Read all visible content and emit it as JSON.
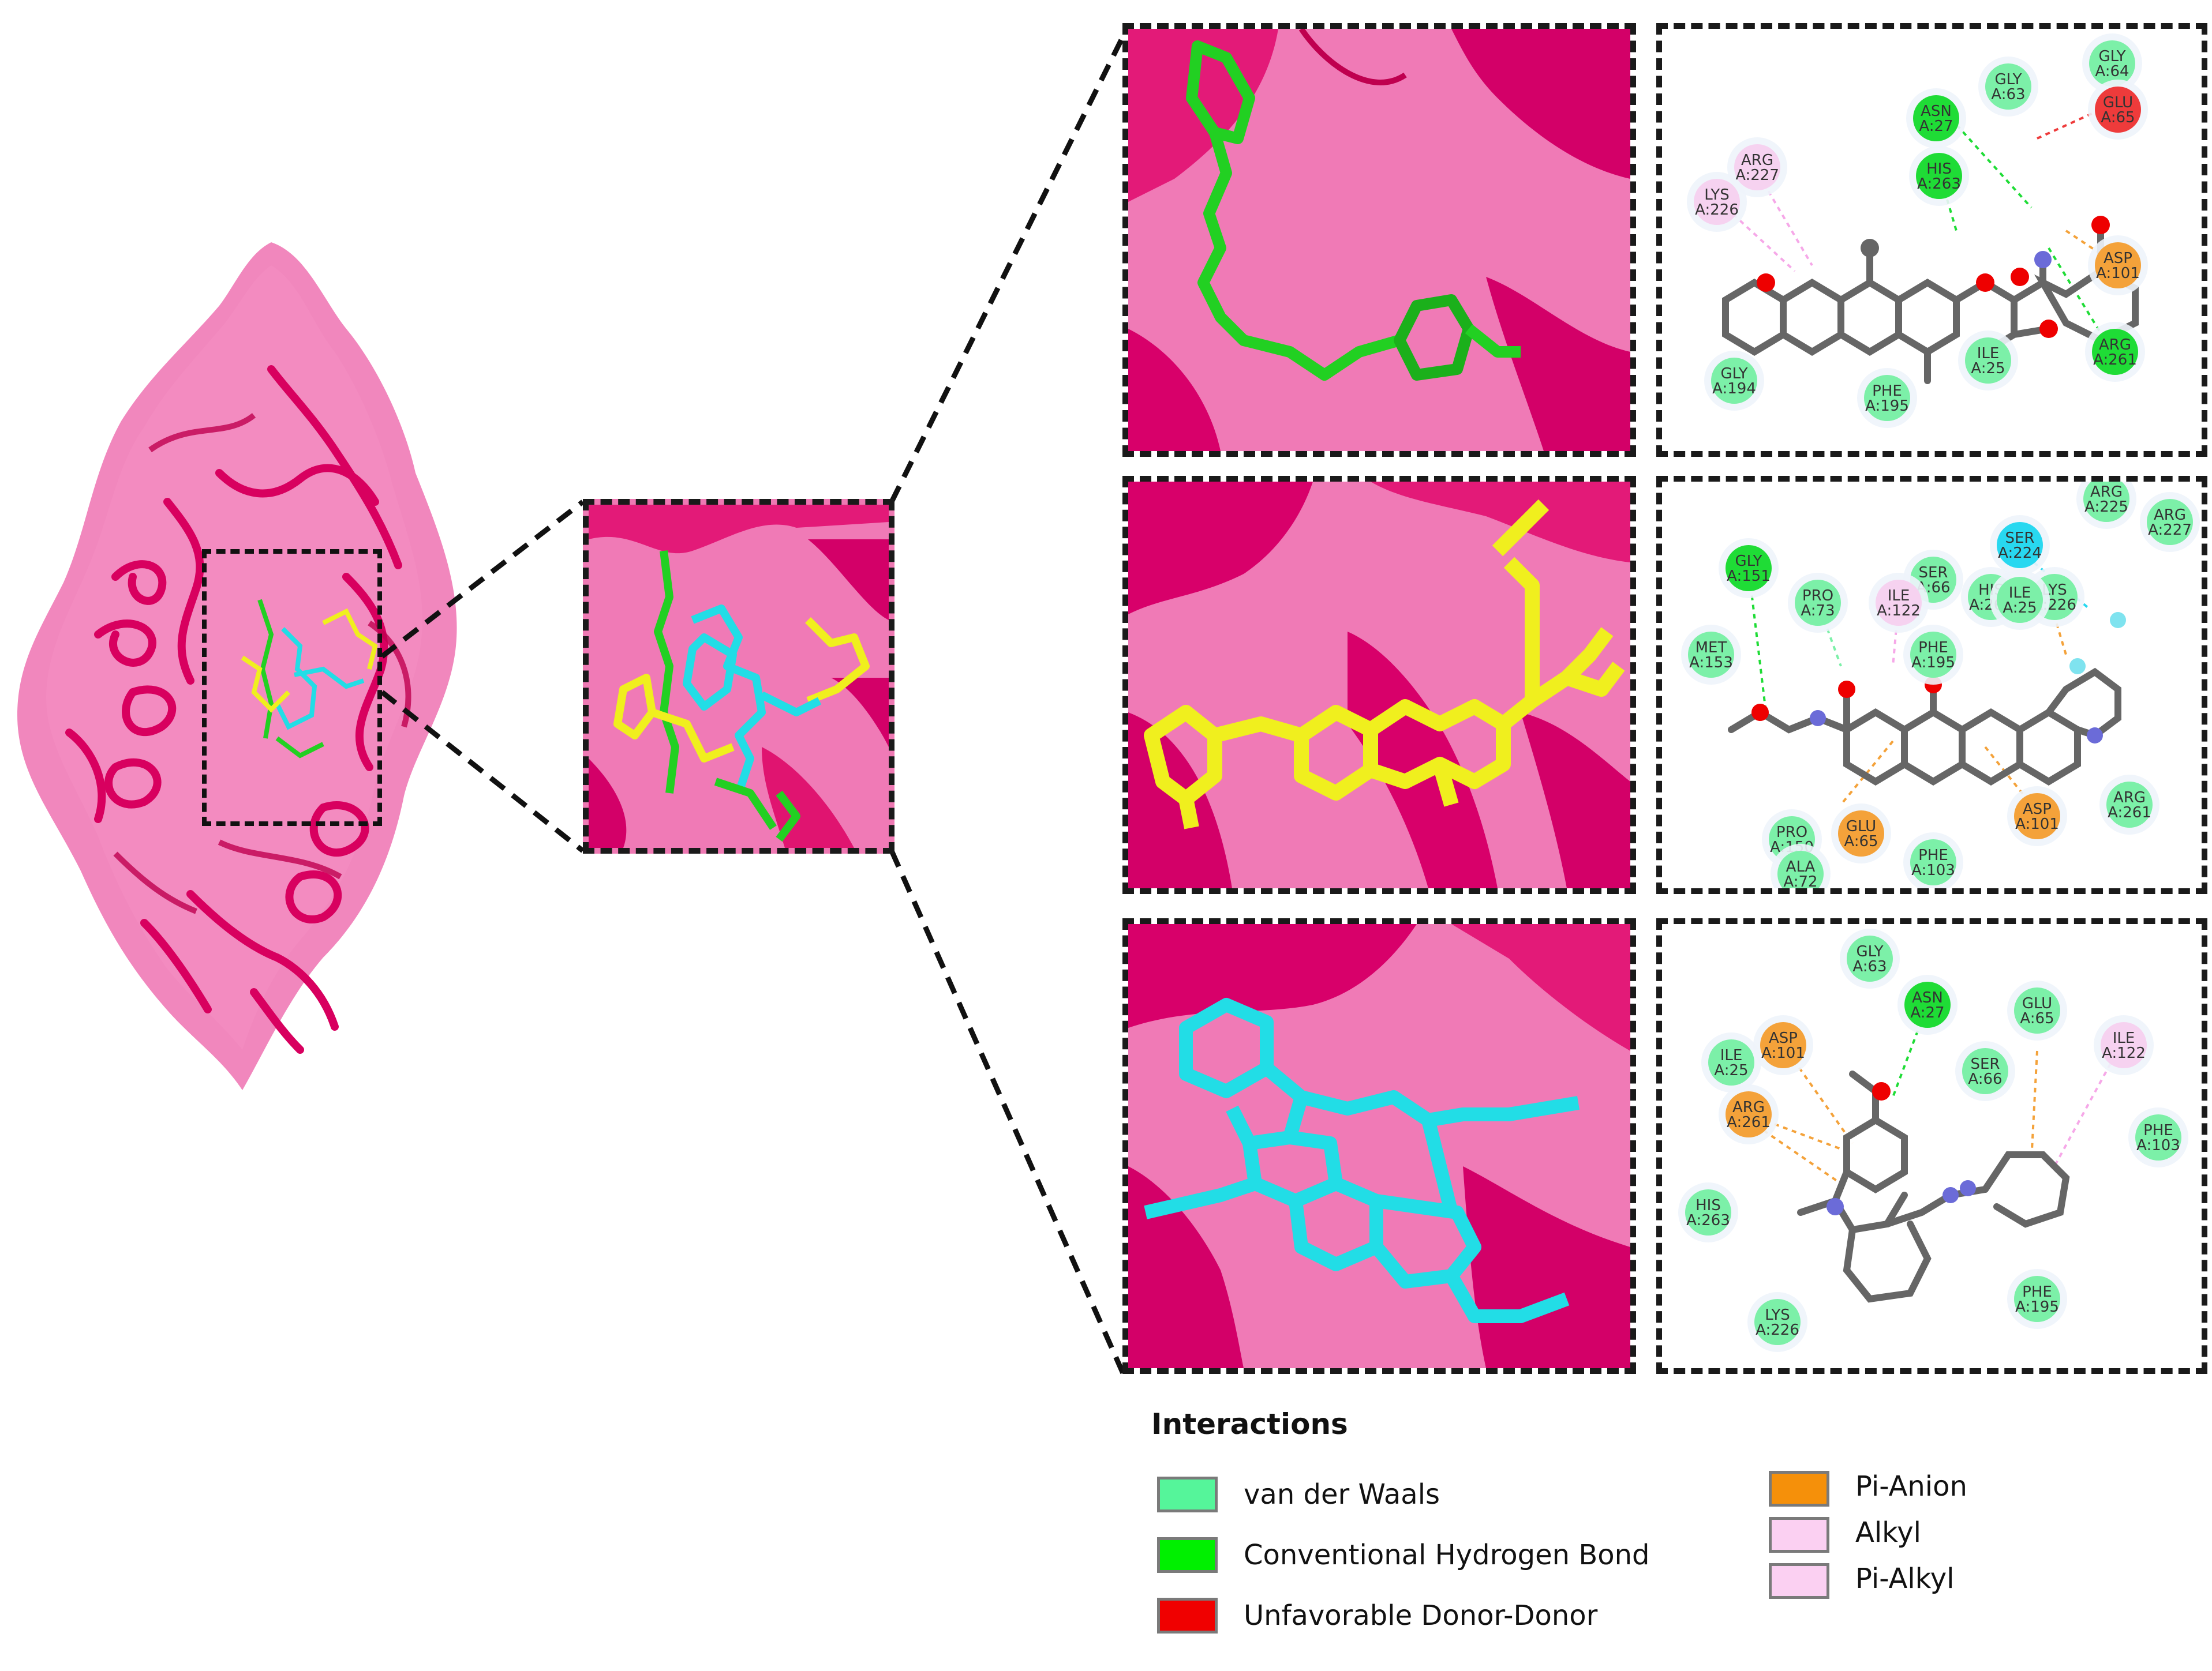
{
  "panels": [
    {
      "residues": [
        {
          "name": "GLY",
          "id": "A:64",
          "type": "vdw"
        },
        {
          "name": "GLY",
          "id": "A:63",
          "type": "vdw"
        },
        {
          "name": "ASN",
          "id": "A:27",
          "type": "hbond"
        },
        {
          "name": "GLU",
          "id": "A:65",
          "type": "unfavorable"
        },
        {
          "name": "ARG",
          "id": "A:227",
          "type": "alkyl"
        },
        {
          "name": "HIS",
          "id": "A:263",
          "type": "hbond"
        },
        {
          "name": "LYS",
          "id": "A:226",
          "type": "alkyl"
        },
        {
          "name": "ASP",
          "id": "A:101",
          "type": "pianion"
        },
        {
          "name": "ARG",
          "id": "A:261",
          "type": "hbond"
        },
        {
          "name": "ILE",
          "id": "A:25",
          "type": "vdw"
        },
        {
          "name": "GLY",
          "id": "A:194",
          "type": "vdw"
        },
        {
          "name": "PHE",
          "id": "A:195",
          "type": "vdw"
        }
      ]
    },
    {
      "residues": [
        {
          "name": "ARG",
          "id": "A:225",
          "type": "vdw"
        },
        {
          "name": "ARG",
          "id": "A:227",
          "type": "vdw"
        },
        {
          "name": "SER",
          "id": "A:224",
          "type": "halogen"
        },
        {
          "name": "SER",
          "id": "A:66",
          "type": "vdw"
        },
        {
          "name": "LYS",
          "id": "A:226",
          "type": "vdw"
        },
        {
          "name": "HIS",
          "id": "A:263",
          "type": "vdw"
        },
        {
          "name": "ILE",
          "id": "A:25",
          "type": "vdw"
        },
        {
          "name": "PRO",
          "id": "A:73",
          "type": "vdw"
        },
        {
          "name": "ILE",
          "id": "A:122",
          "type": "alkyl"
        },
        {
          "name": "GLY",
          "id": "A:151",
          "type": "hbond"
        },
        {
          "name": "PHE",
          "id": "A:195",
          "type": "vdw"
        },
        {
          "name": "MET",
          "id": "A:153",
          "type": "vdw"
        },
        {
          "name": "ARG",
          "id": "A:261",
          "type": "vdw"
        },
        {
          "name": "PRO",
          "id": "A:150",
          "type": "vdw"
        },
        {
          "name": "GLU",
          "id": "A:65",
          "type": "pianion"
        },
        {
          "name": "ASP",
          "id": "A:101",
          "type": "pianion"
        },
        {
          "name": "ALA",
          "id": "A:72",
          "type": "vdw"
        },
        {
          "name": "PHE",
          "id": "A:103",
          "type": "vdw"
        }
      ]
    },
    {
      "residues": [
        {
          "name": "GLY",
          "id": "A:63",
          "type": "vdw"
        },
        {
          "name": "ASN",
          "id": "A:27",
          "type": "hbond"
        },
        {
          "name": "GLU",
          "id": "A:65",
          "type": "vdw"
        },
        {
          "name": "ILE",
          "id": "A:25",
          "type": "vdw"
        },
        {
          "name": "ASP",
          "id": "A:101",
          "type": "pianion"
        },
        {
          "name": "SER",
          "id": "A:66",
          "type": "vdw"
        },
        {
          "name": "ILE",
          "id": "A:122",
          "type": "alkyl"
        },
        {
          "name": "ARG",
          "id": "A:261",
          "type": "pianion"
        },
        {
          "name": "PHE",
          "id": "A:103",
          "type": "vdw"
        },
        {
          "name": "HIS",
          "id": "A:263",
          "type": "vdw"
        },
        {
          "name": "LYS",
          "id": "A:226",
          "type": "vdw"
        },
        {
          "name": "PHE",
          "id": "A:195",
          "type": "vdw"
        }
      ]
    }
  ],
  "legend": {
    "title": "Interactions",
    "items": [
      {
        "label": "van der Waals",
        "color": "#55f59a"
      },
      {
        "label": "Conventional Hydrogen Bond",
        "color": "#00f000"
      },
      {
        "label": "Unfavorable Donor-Donor",
        "color": "#f00000"
      },
      {
        "label": "Pi-Anion",
        "color": "#f5900a"
      },
      {
        "label": "Alkyl",
        "color": "#fbd0f2"
      },
      {
        "label": "Pi-Alkyl",
        "color": "#fbd0f2"
      }
    ]
  },
  "colors": {
    "vdw": "#7cf0a8",
    "hbond": "#1fdc36",
    "unfavorable": "#ee3b3b",
    "pianion": "#f4a23a",
    "alkyl": "#f6d2f0",
    "halogen": "#28d8f0",
    "protein": "#e6086e",
    "surface": "#f07ab6",
    "ligand_green": "#22d022",
    "ligand_yellow": "#f0ef1e",
    "ligand_cyan": "#22dde6"
  }
}
